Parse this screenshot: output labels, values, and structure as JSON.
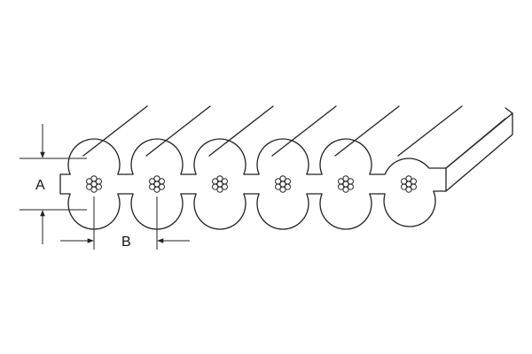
{
  "diagram": {
    "conductor_count": 6,
    "strands_per_conductor": 7,
    "dimensions": {
      "a_label": "A",
      "b_label": "B"
    },
    "colors": {
      "line": "#222222",
      "background": "#ffffff"
    }
  }
}
